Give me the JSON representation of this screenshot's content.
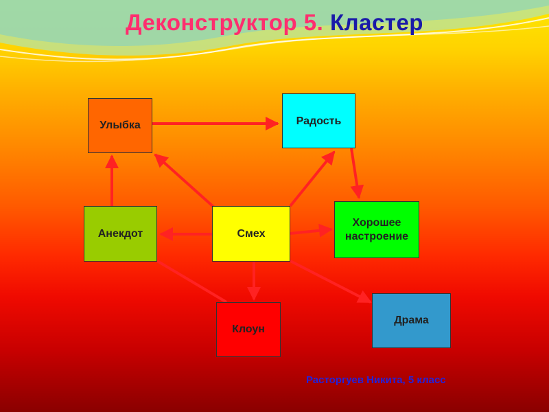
{
  "title": {
    "part1": "Деконструктор 5.",
    "part2": "Кластер"
  },
  "nodes": {
    "ulybka": "Улыбка",
    "radost": "Радость",
    "anekdot": "Анекдот",
    "smekh": "Смех",
    "khoroshee": "Хорошее настроение",
    "kloun": "Клоун",
    "drama": "Драма"
  },
  "author": "Расторгуев Никита, 5 класс",
  "colors": {
    "ulybka": "#ff6600",
    "radost": "#00ffff",
    "anekdot": "#99cc00",
    "smekh": "#ffff00",
    "khoroshee": "#00ff00",
    "kloun": "#ff0000",
    "drama": "#3399cc",
    "arrow": "#ff2222",
    "title_part1": "#ff2d6e",
    "title_part2": "#1a1aa8",
    "author": "#2222dd"
  }
}
